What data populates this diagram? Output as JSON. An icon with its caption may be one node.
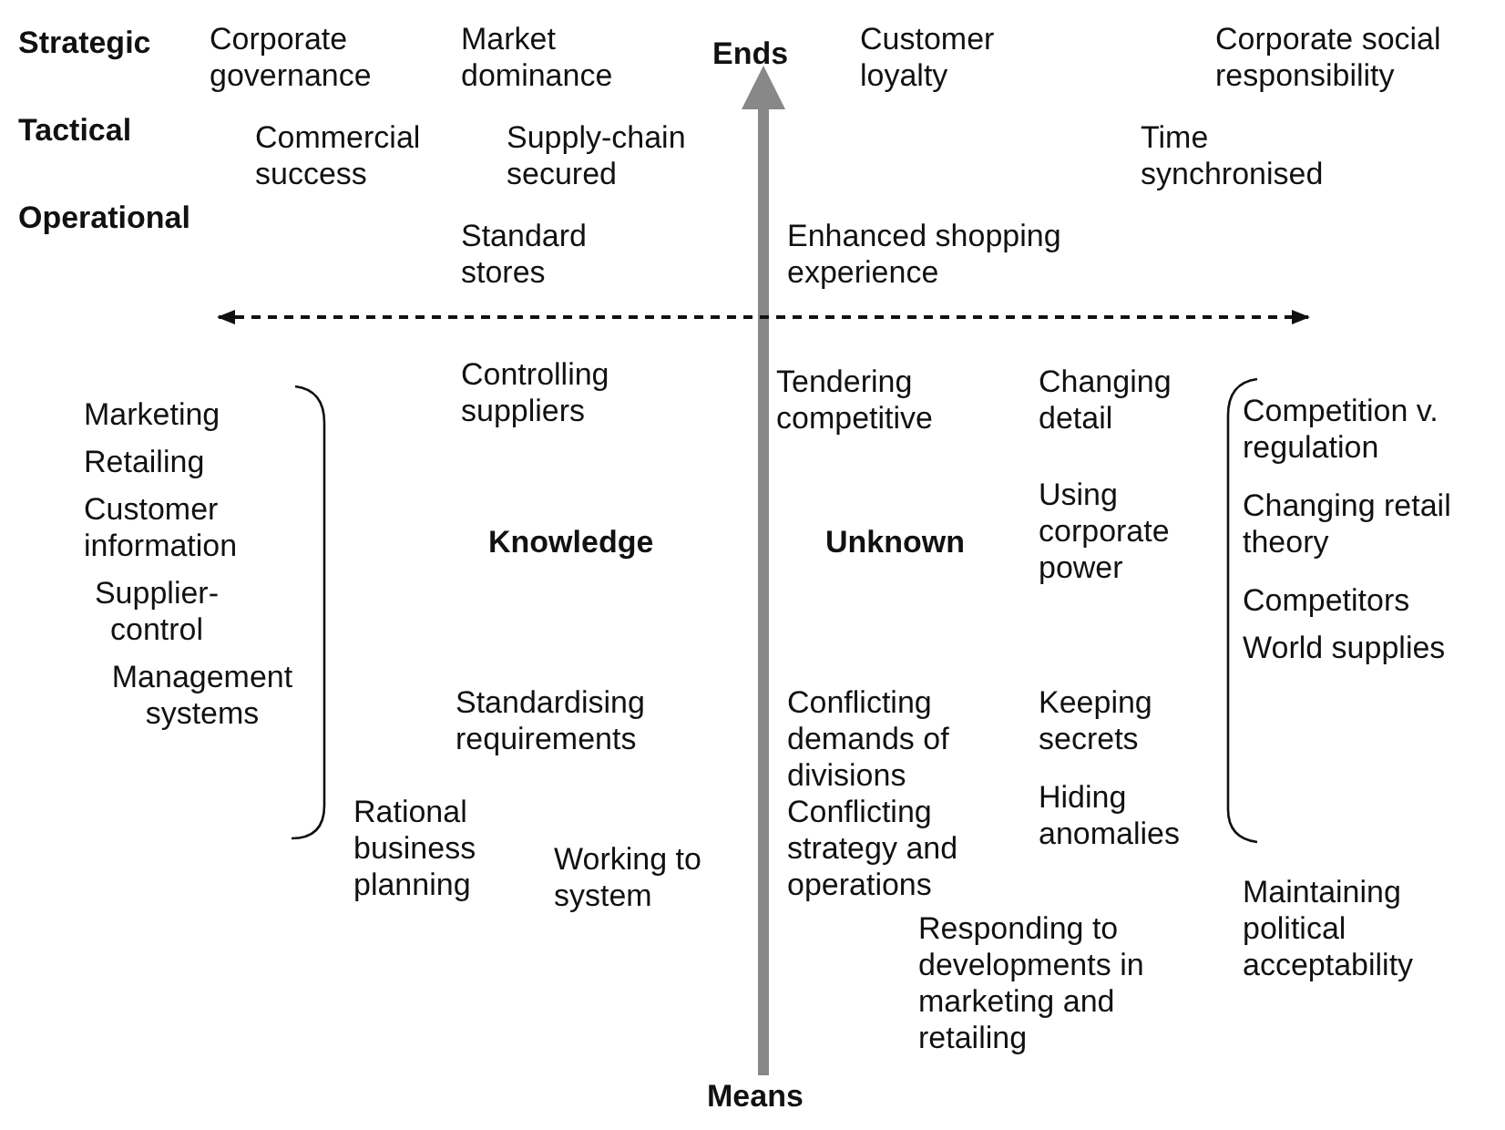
{
  "diagram": {
    "labels": [
      "Strategic",
      "Corporate governance",
      "Market dominance",
      "Ends",
      "Customer loyalty",
      "Corporate social responsibility",
      "Tactical",
      "Commercial success",
      "Supply-chain secured",
      "Time synchronised",
      "Operational",
      "Standard stores",
      "Enhanced shopping experience",
      "Marketing",
      "Retailing",
      "Customer information",
      "Supplier-control",
      "Management systems",
      "Controlling suppliers",
      "Tendering competitive",
      "Changing detail",
      "Competition v. regulation",
      "Using corporate power",
      "Knowledge",
      "Unknown",
      "Changing retail theory",
      "Competitors",
      "World supplies",
      "Standardising requirements",
      "Conflicting demands of divisions",
      "Keeping secrets",
      "Hiding anomalies",
      "Rational business planning",
      "Working to system",
      "Conflicting strategy and operations",
      "Maintaining political acceptability",
      "Responding to developments in marketing and retailing",
      "Means"
    ]
  }
}
